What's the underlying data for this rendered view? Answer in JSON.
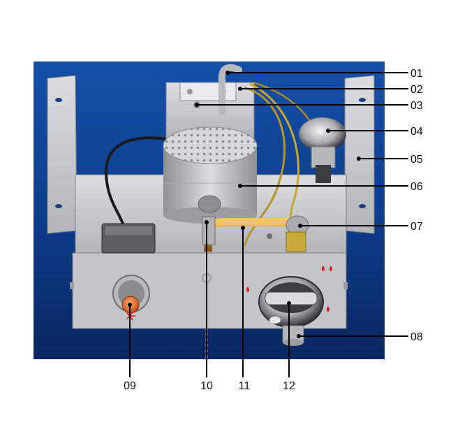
{
  "colors": {
    "background_blue": "#0f3f8f",
    "background_blue_dark": "#0a2a66",
    "panel_grey": "#c9cacd",
    "panel_grey_dark": "#9a9ca0",
    "copper": "#c8902a",
    "copper_light": "#f0c860",
    "knob_dark": "#2c2f33",
    "ignition_orange": "#e8641c",
    "marker_red": "#e0141e",
    "leader_line": "#000000"
  },
  "callouts": [
    {
      "id": "01",
      "label": "01"
    },
    {
      "id": "02",
      "label": "02"
    },
    {
      "id": "03",
      "label": "03"
    },
    {
      "id": "04",
      "label": "04"
    },
    {
      "id": "05",
      "label": "05"
    },
    {
      "id": "06",
      "label": "06"
    },
    {
      "id": "07",
      "label": "07"
    },
    {
      "id": "08",
      "label": "08"
    },
    {
      "id": "09",
      "label": "09"
    },
    {
      "id": "10",
      "label": "10"
    },
    {
      "id": "11",
      "label": "11"
    },
    {
      "id": "12",
      "label": "12"
    }
  ]
}
